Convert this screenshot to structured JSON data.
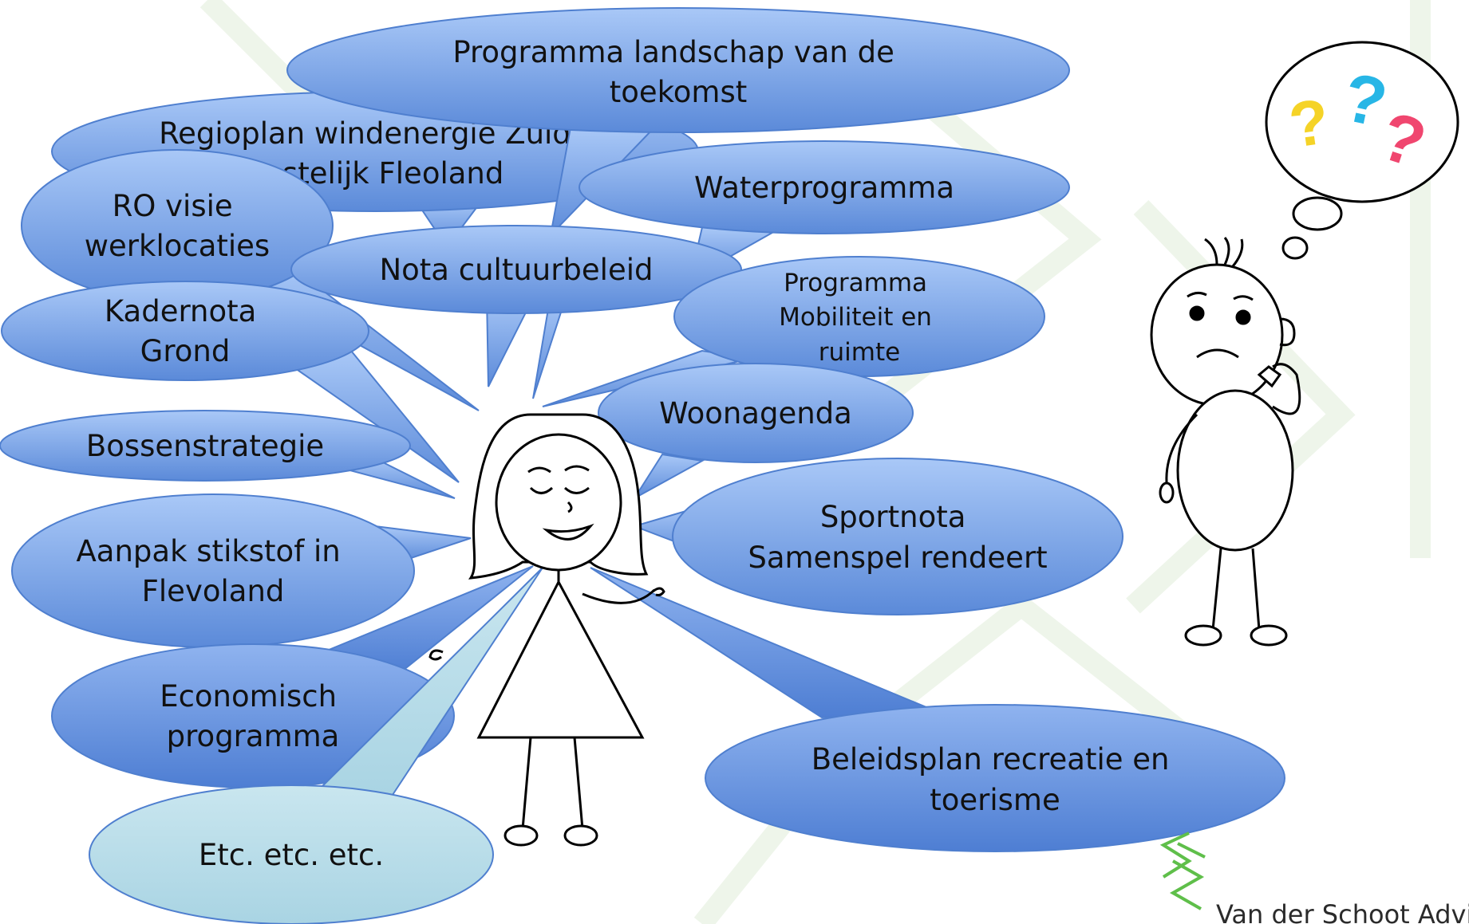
{
  "bubbles": [
    {
      "id": "regioplan",
      "lines": [
        "Regioplan windenergie Zuid-",
        "oostelijk Fleoland"
      ],
      "fill": "#7ea6e8"
    },
    {
      "id": "landschap",
      "lines": [
        "Programma landschap van de",
        "toekomst"
      ],
      "fill": "#7ea6e8"
    },
    {
      "id": "water",
      "lines": [
        "Waterprogramma"
      ],
      "fill": "#7ea6e8"
    },
    {
      "id": "ro-visie",
      "lines": [
        "RO visie",
        "werklocaties"
      ],
      "fill": "#7ea6e8"
    },
    {
      "id": "cultuur",
      "lines": [
        "Nota cultuurbeleid"
      ],
      "fill": "#7ea6e8"
    },
    {
      "id": "mobiliteit",
      "lines": [
        "Programma",
        "Mobiliteit en",
        "ruimte"
      ],
      "fill": "#7ea6e8"
    },
    {
      "id": "kadernota",
      "lines": [
        "Kadernota",
        "Grond"
      ],
      "fill": "#7ea6e8"
    },
    {
      "id": "woon",
      "lines": [
        "Woonagenda"
      ],
      "fill": "#7ea6e8"
    },
    {
      "id": "bossen",
      "lines": [
        "Bossenstrategie"
      ],
      "fill": "#7ea6e8"
    },
    {
      "id": "sport",
      "lines": [
        "Sportnota",
        "Samenspel rendeert"
      ],
      "fill": "#7ea6e8"
    },
    {
      "id": "stikstof",
      "lines": [
        "Aanpak stikstof in",
        "Flevoland"
      ],
      "fill": "#7ea6e8"
    },
    {
      "id": "economisch",
      "lines": [
        "Economisch",
        "programma"
      ],
      "fill": "#6f9ae3"
    },
    {
      "id": "recreatie",
      "lines": [
        "Beleidsplan recreatie en",
        "toerisme"
      ],
      "fill": "#6f9ae3"
    },
    {
      "id": "etc",
      "lines": [
        "Etc. etc. etc."
      ],
      "fill": "#b8dde8"
    }
  ],
  "thought_marks": [
    {
      "glyph": "?",
      "color": "#f5d327"
    },
    {
      "glyph": "?",
      "color": "#27b6e6"
    },
    {
      "glyph": "?",
      "color": "#f0466f"
    }
  ],
  "watermark": {
    "company": "Van der Schoot Advies",
    "color": "#5fbf4a"
  },
  "colors": {
    "bubble_top": "#a9c8f7",
    "bubble_bottom": "#5b8ad9",
    "stroke": "#4f7fcf",
    "line": "#000000"
  }
}
